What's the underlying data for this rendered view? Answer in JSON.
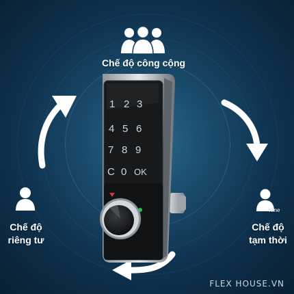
{
  "modes": {
    "public": {
      "label": "Chế độ công cộng",
      "icon": "group-users-icon"
    },
    "private": {
      "line1": "Chế độ",
      "line2": "riêng tư",
      "icon": "user-icon"
    },
    "temporary": {
      "line1": "Chế độ",
      "line2": "tạm thời",
      "icon": "user-time-icon",
      "badge": "Time"
    }
  },
  "keypad": {
    "keys": [
      "1",
      "2",
      "3",
      "4",
      "5",
      "6",
      "7",
      "8",
      "9",
      "C",
      "0",
      "OK"
    ]
  },
  "brand": "FLEX HOUSE.VN",
  "colors": {
    "background": "#0f3350",
    "accent": "#ffffff",
    "device_body": "#1a1c1f"
  }
}
